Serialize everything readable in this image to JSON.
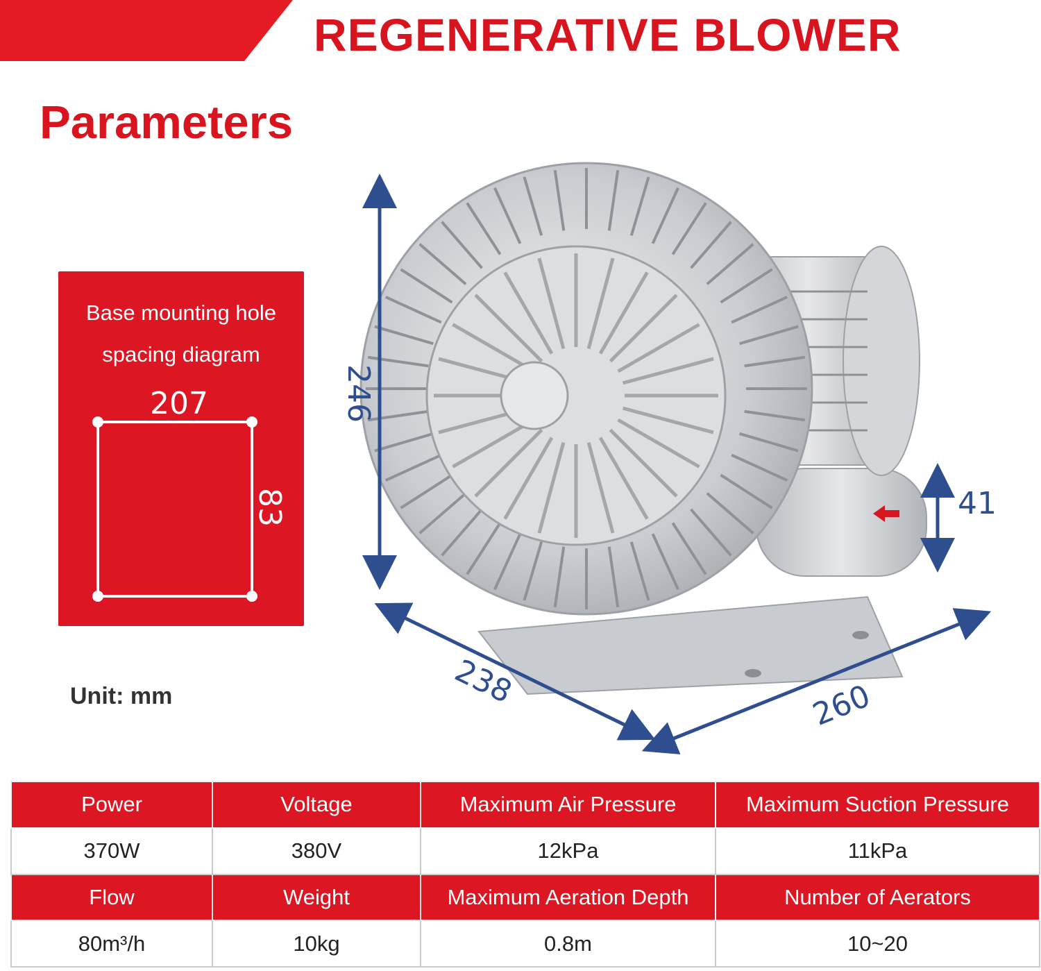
{
  "header": {
    "title": "REGENERATIVE BLOWER",
    "accent_color": "#d8141f"
  },
  "section": {
    "title": "Parameters"
  },
  "hole_diagram": {
    "title_line1": "Base mounting hole",
    "title_line2": "spacing diagram",
    "width_label": "207",
    "height_label": "83",
    "card_color": "#dc1622"
  },
  "unit_note": "Unit: mm",
  "product": {
    "image_subject": "regenerative-blower-icon",
    "dimensions": {
      "height": "246",
      "depth": "238",
      "width": "260",
      "outlet": "41"
    },
    "dimension_color": "#2e4e8f"
  },
  "specs": {
    "rows": [
      {
        "headers": [
          "Power",
          "Voltage",
          "Maximum Air Pressure",
          "Maximum Suction Pressure"
        ],
        "values": [
          "370W",
          "380V",
          "12kPa",
          "11kPa"
        ]
      },
      {
        "headers": [
          "Flow",
          "Weight",
          "Maximum Aeration Depth",
          "Number of Aerators"
        ],
        "values": [
          "80m³/h",
          "10kg",
          "0.8m",
          "10~20"
        ]
      }
    ]
  }
}
